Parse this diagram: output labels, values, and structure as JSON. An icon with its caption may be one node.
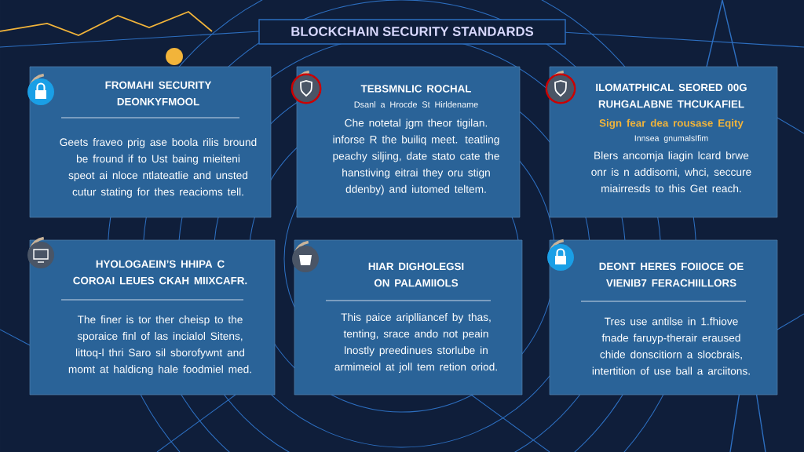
{
  "diagram": {
    "title": "BLOCKCHAIN SECURITY STANDARDS",
    "nodes": [
      {
        "text": [
          "FROMAHI SECURITY DEONKYFMOOL",
          "Geets fraveo prig ase boola rilis bround be fround if to Ust baing mieiteni speot ai nloce ntlateatlie and unsted cutur stating for thes reacioms tell."
        ]
      },
      {
        "text": [
          "TEBSMNLIC ROCHAL",
          "Dsanl a Hrocde St Hirldename",
          "Che notetal jgm theor tigilan. inforse R the builiq meet. teatling peachy siljing, date stato cate the hanstiving eitrai they oru stign ddenby) and iutomed teltem."
        ]
      },
      {
        "text": [
          "ILOMATPHICAL SEORED 00G RUHGALABNE THCUKAFIEL",
          "Sign fear dea rousase Eqity",
          "Innsea gnumalsIfim",
          "Blers ancomja liagin lcard brwe onr is n addisomi, whci, seccure miairresds to this Get reach."
        ]
      },
      {
        "text": [
          "HYOLOGAEIN’S HHIPA C COROAI LEUES CKAH MIIXCAFR.",
          "The finer is tor ther cheisp to the sporaice finl of las incialol Sitens, littoq-l thri Saro sil sborofywnt and momt at haldicng hale foodmiel med."
        ]
      },
      {
        "text": [
          "HIAR DIGHOLEGSI ON PALAMIIOLS",
          "This paice ariplliancef by thas, tenting, srace ando not peain lnostly preedinues storlube in armimeiol at joll tem retion oriod."
        ]
      },
      {
        "text": [
          "DEONT HERES FOIIOCE OE VIENIB7 FERACHIILLORS",
          "Tres use antilse in 1.fhiove fnade faruyp-therair eraused chide donscitiorn a slocbrais, intertition of use ball a arciitons."
        ]
      }
    ]
  }
}
